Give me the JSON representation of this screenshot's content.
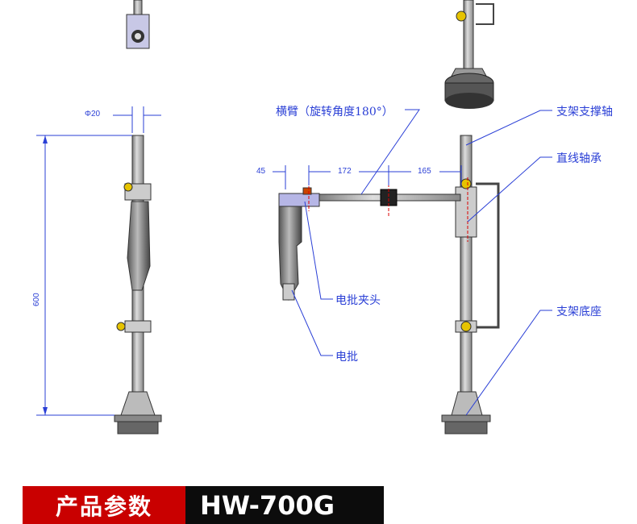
{
  "labels": {
    "crossarm": "横臂（旋转角度180°）",
    "support_shaft": "支架支撑轴",
    "linear_bearing": "直线轴承",
    "screwdriver_clamp": "电批夹头",
    "screwdriver": "电批",
    "support_base": "支架底座"
  },
  "dimensions": {
    "diameter": "Φ20",
    "height": "600",
    "d1": "45",
    "d2": "172",
    "d3": "165"
  },
  "banner": {
    "title": "产品参数",
    "model": "HW-700G"
  },
  "colors": {
    "annotation": "#2a3fd6",
    "banner_red": "#c90000",
    "banner_black": "#0c0c0c"
  }
}
